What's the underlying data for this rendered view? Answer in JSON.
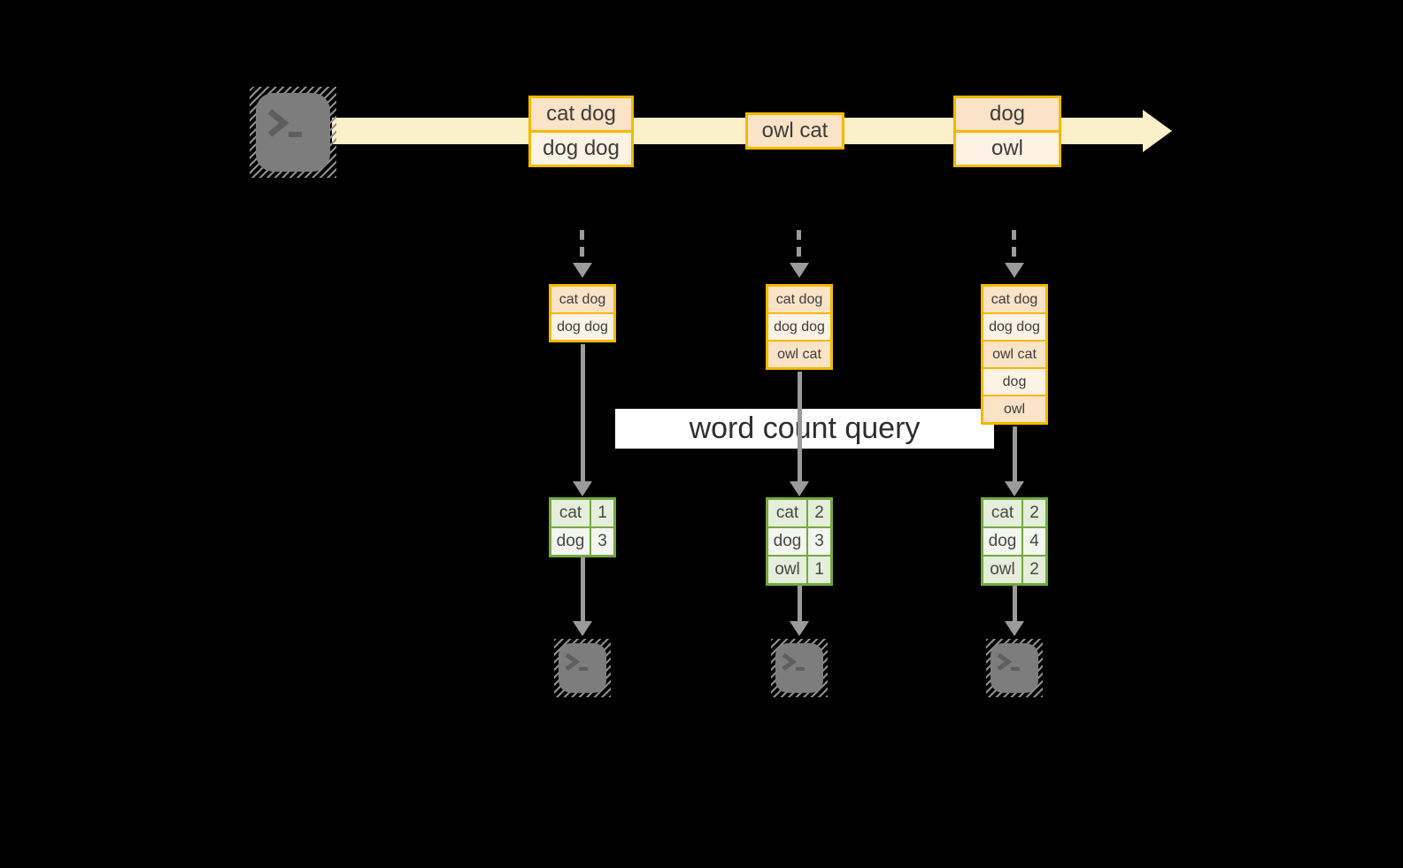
{
  "colors": {
    "background": "#000000",
    "stream_band": "#FCF0CB",
    "box_border_orange": "#F5B800",
    "box_fill_dark": "#FAE3C6",
    "box_fill_light": "#FDF3E4",
    "table_border_green": "#72A93F",
    "table_fill_dark": "#E5EEDA",
    "table_fill_light": "#F3F7EF",
    "arrow_gray": "#9B9B9B",
    "terminal_gray": "#7D7D7D",
    "query_bar_bg": "#FFFFFF",
    "text": "#3C3C3C"
  },
  "query_label": "word count query",
  "stream": {
    "events": [
      {
        "rows": [
          "cat dog",
          "dog dog"
        ]
      },
      {
        "rows": [
          "owl cat"
        ]
      },
      {
        "rows": [
          "dog",
          "owl"
        ]
      }
    ]
  },
  "batches": [
    {
      "rows": [
        "cat dog",
        "dog dog"
      ]
    },
    {
      "rows": [
        "cat dog",
        "dog dog",
        "owl cat"
      ]
    },
    {
      "rows": [
        "cat dog",
        "dog dog",
        "owl cat",
        "dog",
        "owl"
      ]
    }
  ],
  "tables": [
    {
      "rows": [
        {
          "word": "cat",
          "count": "1"
        },
        {
          "word": "dog",
          "count": "3"
        }
      ]
    },
    {
      "rows": [
        {
          "word": "cat",
          "count": "2"
        },
        {
          "word": "dog",
          "count": "3"
        },
        {
          "word": "owl",
          "count": "1"
        }
      ]
    },
    {
      "rows": [
        {
          "word": "cat",
          "count": "2"
        },
        {
          "word": "dog",
          "count": "4"
        },
        {
          "word": "owl",
          "count": "2"
        }
      ]
    }
  ],
  "icons": {
    "source": "terminal-icon",
    "sinks": [
      "terminal-icon",
      "terminal-icon",
      "terminal-icon"
    ]
  }
}
